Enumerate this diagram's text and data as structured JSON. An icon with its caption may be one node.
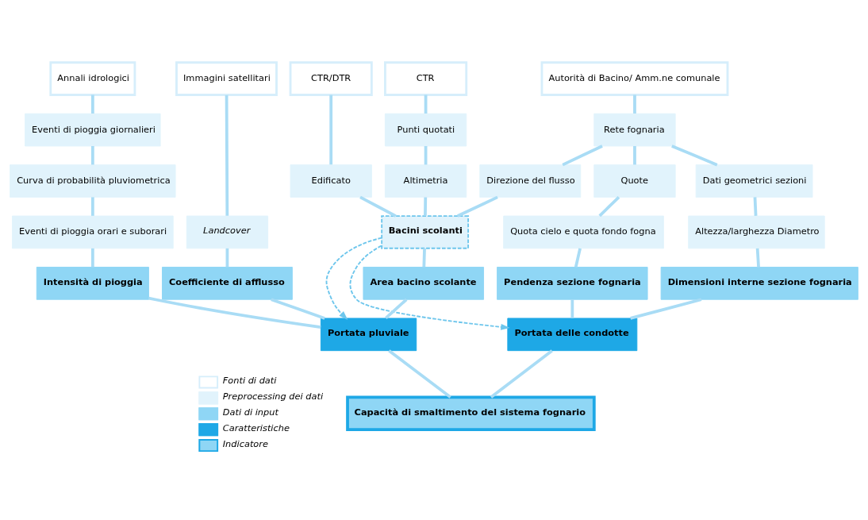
{
  "diagram": {
    "nodes": [
      {
        "text": [
          "Immagini satellitari"
        ]
      },
      {
        "text": [
          "Annali idrologici"
        ]
      },
      {
        "text": [
          "CTR"
        ]
      },
      {
        "text": [
          "CTR/DTR"
        ]
      },
      {
        "text": [
          "Autorità di Bacino/ Amm.ne comunale"
        ]
      },
      {
        "text": [
          "Eventi di pioggia giornalieri"
        ]
      },
      {
        "text": [
          "Punti quotati"
        ]
      },
      {
        "text": [
          "Rete fognaria"
        ]
      },
      {
        "text": [
          "Curva di probabilità pluviometrica"
        ]
      },
      {
        "text": [
          "Altimetria"
        ]
      },
      {
        "text": [
          "Edificato"
        ]
      },
      {
        "text": [
          "Direzione del flusso"
        ]
      },
      {
        "text": [
          "Dati geometrici sezioni"
        ]
      },
      {
        "text": [
          "Quote"
        ]
      },
      {
        "text": [
          "Landcover"
        ]
      },
      {
        "text": [
          "Eventi di pioggia orari e suborari"
        ]
      },
      {
        "text": [
          "Bacini scolanti"
        ]
      },
      {
        "text": [
          "Altezza/larghezza Diametro"
        ]
      },
      {
        "text": [
          "Quota cielo e quota fondo fogna"
        ]
      },
      {
        "text": [
          "Coefficiente di afflusso"
        ]
      },
      {
        "text": [
          "Intensità di pioggia"
        ]
      },
      {
        "text": [
          "Area bacino scolante"
        ]
      },
      {
        "text": [
          "Dimensioni interne sezione fognaria"
        ]
      },
      {
        "text": [
          "Pendenza sezione fognaria"
        ]
      },
      {
        "text": [
          "Portata pluviale"
        ]
      },
      {
        "text": [
          "Portata delle condotte"
        ]
      },
      {
        "text": [
          "Capacità di smaltimento del sistema fognario"
        ]
      }
    ],
    "edges": [
      {
        "from": 0,
        "to": 14,
        "arrow": "none"
      },
      {
        "from": 14,
        "to": 19,
        "arrow": "none"
      },
      {
        "from": 1,
        "to": 5,
        "arrow": "none"
      },
      {
        "from": 5,
        "to": 8,
        "arrow": "none"
      },
      {
        "from": 8,
        "to": 15,
        "arrow": "none"
      },
      {
        "from": 15,
        "to": 20,
        "arrow": "none"
      },
      {
        "from": 2,
        "to": 6,
        "arrow": "none"
      },
      {
        "from": 6,
        "to": 9,
        "arrow": "none"
      },
      {
        "from": 9,
        "to": 16,
        "arrow": "none"
      },
      {
        "from": 3,
        "to": 10,
        "arrow": "none"
      },
      {
        "from": 10,
        "to": 16,
        "arrow": "none"
      },
      {
        "from": 4,
        "to": 7,
        "arrow": "none"
      },
      {
        "from": 7,
        "to": 11,
        "arrow": "none"
      },
      {
        "from": 11,
        "to": 16,
        "arrow": "none"
      },
      {
        "from": 7,
        "to": 12,
        "arrow": "none"
      },
      {
        "from": 7,
        "to": 13,
        "arrow": "none"
      },
      {
        "from": 12,
        "to": 17,
        "arrow": "none"
      },
      {
        "from": 13,
        "to": 18,
        "arrow": "none"
      },
      {
        "from": 16,
        "to": 21,
        "arrow": "none"
      },
      {
        "from": 17,
        "to": 22,
        "arrow": "none"
      },
      {
        "from": 18,
        "to": 23,
        "arrow": "none"
      },
      {
        "from": 19,
        "to": 24,
        "arrow": "none"
      },
      {
        "from": 20,
        "to": 24,
        "arrow": "none"
      },
      {
        "from": 21,
        "to": 24,
        "arrow": "none"
      },
      {
        "from": 22,
        "to": 25,
        "arrow": "none"
      },
      {
        "from": 23,
        "to": 25,
        "arrow": "none"
      },
      {
        "from": 16,
        "to": 24,
        "arrow": "to",
        "style": "dashed",
        "color": "#6ec6ec"
      },
      {
        "from": 16,
        "to": 25,
        "arrow": "to",
        "style": "dashed",
        "color": "#6ec6ec"
      },
      {
        "from": 24,
        "to": 26,
        "arrow": "none"
      },
      {
        "from": 25,
        "to": 26,
        "arrow": "none"
      }
    ],
    "legend": [
      {
        "text": "Fonti di dati",
        "color": "#ffffff"
      },
      {
        "text": "Preprocessing dei dati",
        "color": "#e1f3fc"
      },
      {
        "text": "Dati di input",
        "color": "#8fd6f5"
      },
      {
        "text": "Caratteristiche",
        "color": "#1ea8e6"
      },
      {
        "text": "Indicatore",
        "color": "#8fd6f5"
      }
    ]
  }
}
